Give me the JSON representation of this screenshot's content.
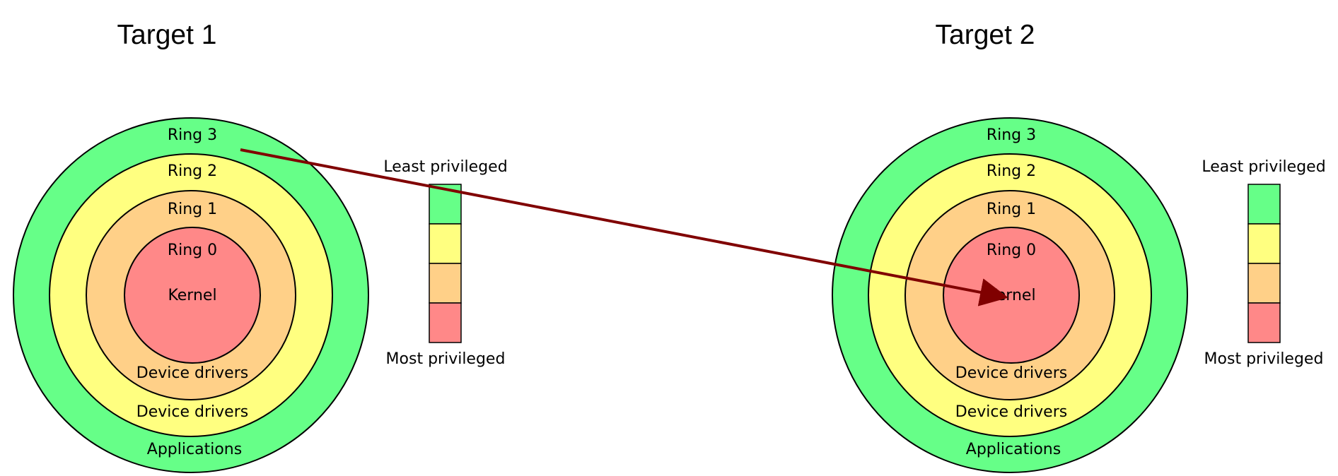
{
  "colors": {
    "ring3": "#66ff88",
    "ring2": "#ffff80",
    "ring1": "#ffd088",
    "ring0": "#ff8888",
    "arrow": "#800000",
    "outline": "#000000"
  },
  "targets": [
    {
      "title": "Target 1",
      "rings": {
        "ring3_label": "Ring 3",
        "ring2_label": "Ring 2",
        "ring1_label": "Ring 1",
        "ring0_label": "Ring 0",
        "core_label": "Kernel",
        "ring1_bottom_label": "Device drivers",
        "ring2_bottom_label": "Device drivers",
        "ring3_bottom_label": "Applications"
      },
      "scale": {
        "top_label": "Least privileged",
        "bottom_label": "Most privileged"
      }
    },
    {
      "title": "Target 2",
      "rings": {
        "ring3_label": "Ring 3",
        "ring2_label": "Ring 2",
        "ring1_label": "Ring 1",
        "ring0_label": "Ring 0",
        "core_label": "Kernel",
        "ring1_bottom_label": "Device drivers",
        "ring2_bottom_label": "Device drivers",
        "ring3_bottom_label": "Applications"
      },
      "scale": {
        "top_label": "Least privileged",
        "bottom_label": "Most privileged"
      }
    }
  ]
}
